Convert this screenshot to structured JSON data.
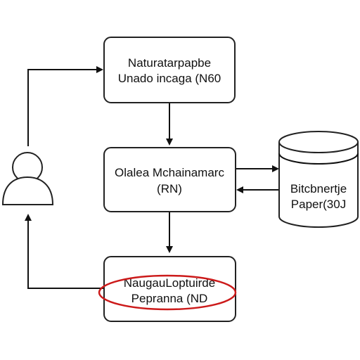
{
  "nodes": {
    "top": {
      "line1": "Naturatarpapbe",
      "line2": "Unado incaga (N60"
    },
    "middle": {
      "line1": "Olalea Mchainamarc",
      "line2": "(RN)"
    },
    "bottom": {
      "line1": "NaugauLoptuirde",
      "line2": "Pepranna (ND"
    },
    "database": {
      "line1": "Bitcbnertje",
      "line2": "Paper(30J"
    }
  },
  "colors": {
    "stroke": "#222222",
    "highlight": "#cc1a1a"
  },
  "icons": {
    "user": "user-icon",
    "database": "database-icon"
  }
}
